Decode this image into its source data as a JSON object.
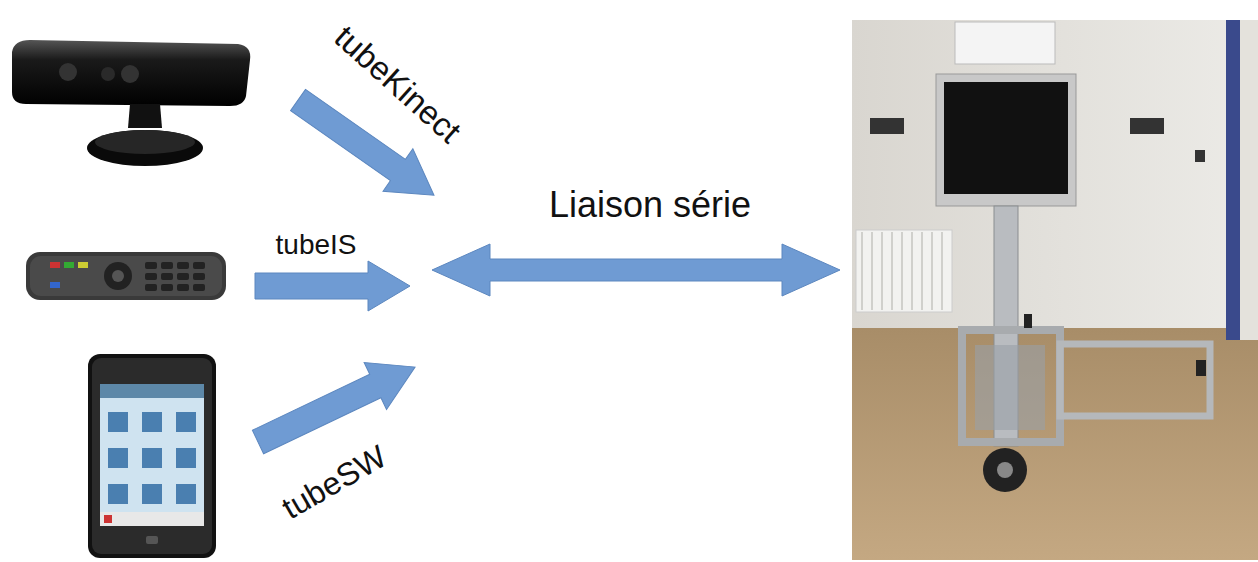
{
  "diagram": {
    "labels": [
      "tubeKinect",
      "tubeIS",
      "tubeSW",
      "Liaison série"
    ]
  }
}
